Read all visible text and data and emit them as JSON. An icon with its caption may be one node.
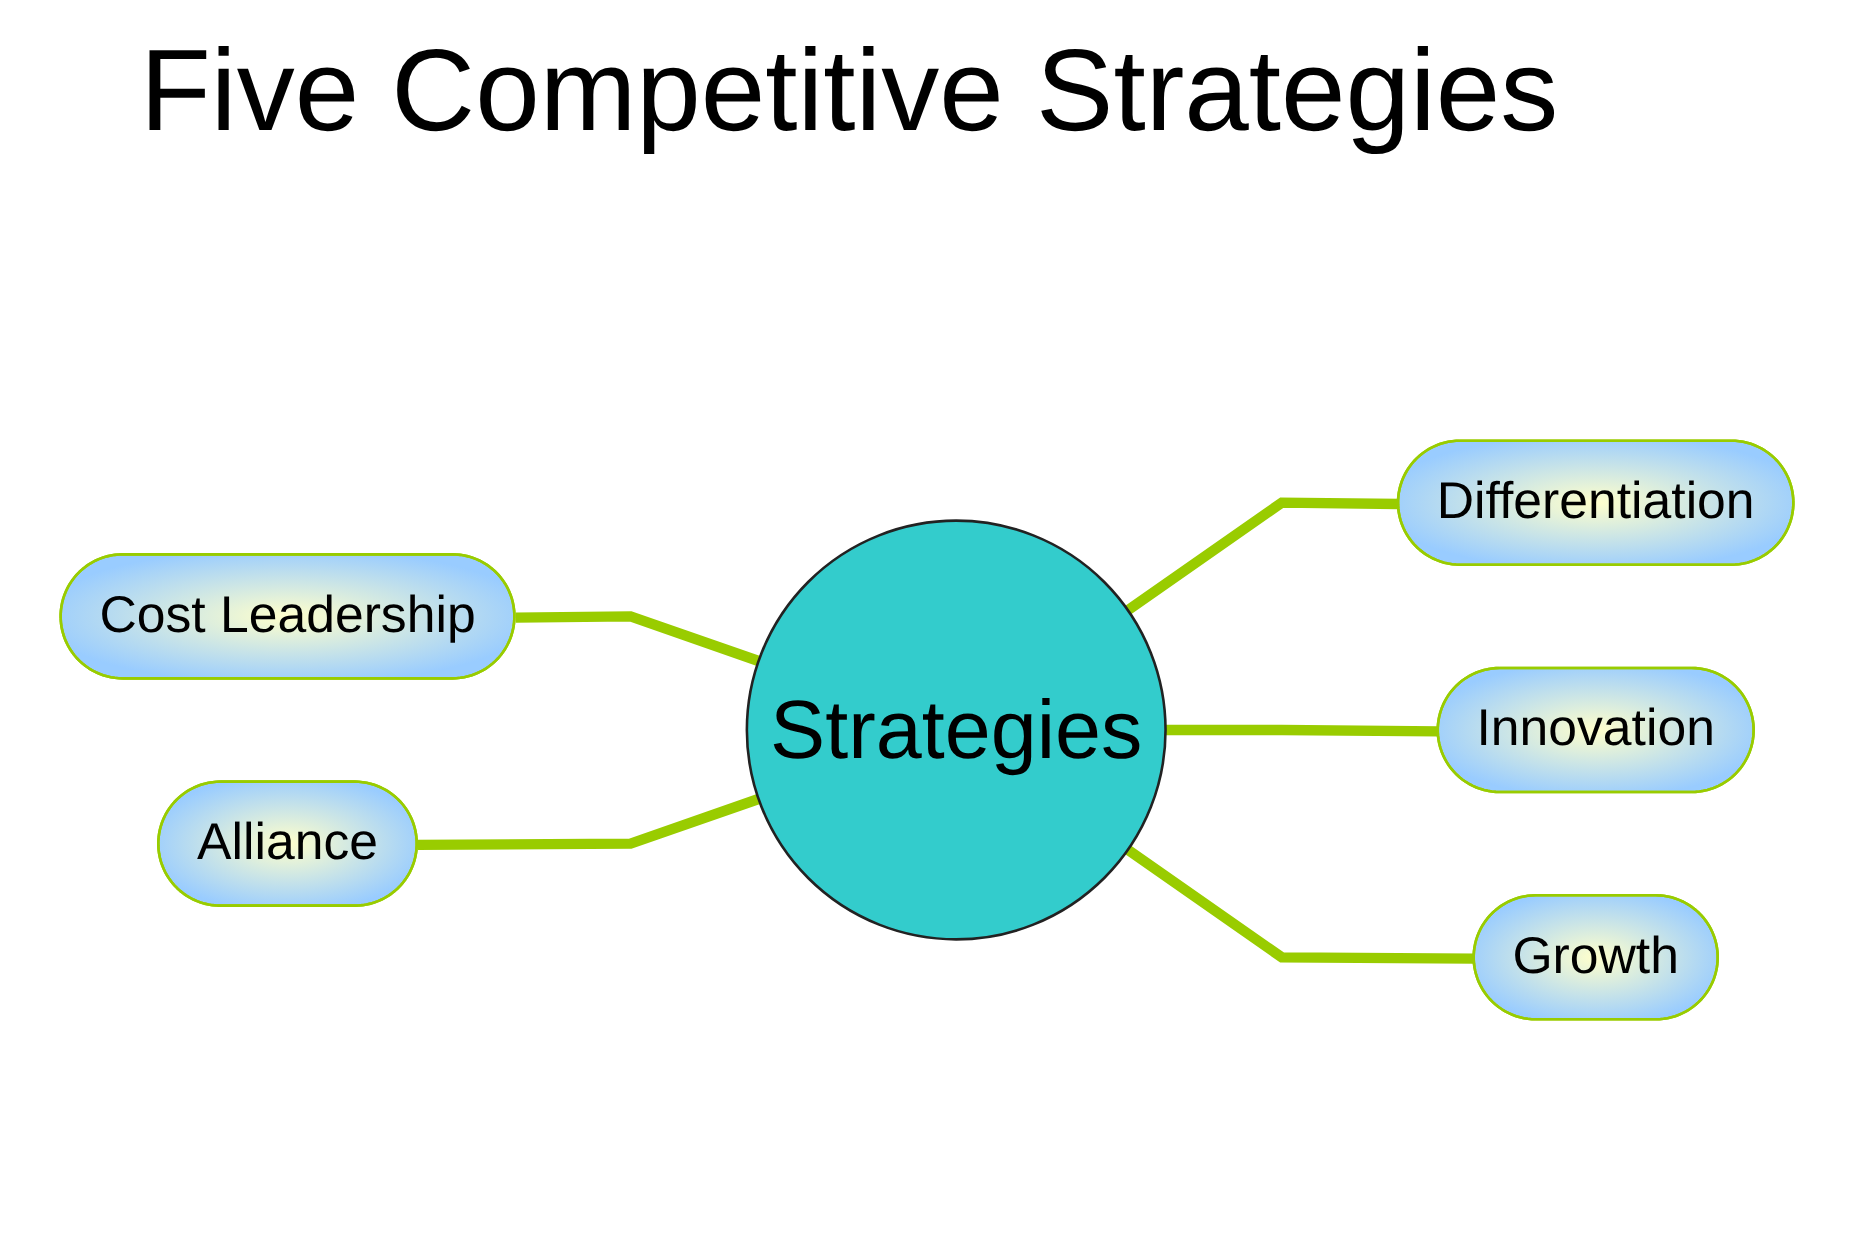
{
  "diagram": {
    "title": "Five Competitive Strategies",
    "nodes": [
      {
        "text": [
          "Cost Leadership"
        ]
      },
      {
        "text": [
          "Strategies"
        ]
      },
      {
        "text": [
          "Differentiation"
        ]
      },
      {
        "text": [
          "Alliance"
        ]
      },
      {
        "text": [
          "Innovation"
        ]
      },
      {
        "text": [
          "Growth"
        ]
      }
    ],
    "edges": [
      {
        "from": 0,
        "to": 1,
        "arrow": "none"
      },
      {
        "from": 1,
        "to": 2,
        "arrow": "none"
      },
      {
        "from": 3,
        "to": 1,
        "arrow": "none"
      },
      {
        "from": 1,
        "to": 4,
        "arrow": "none"
      },
      {
        "from": 1,
        "to": 5,
        "arrow": "none"
      }
    ]
  }
}
